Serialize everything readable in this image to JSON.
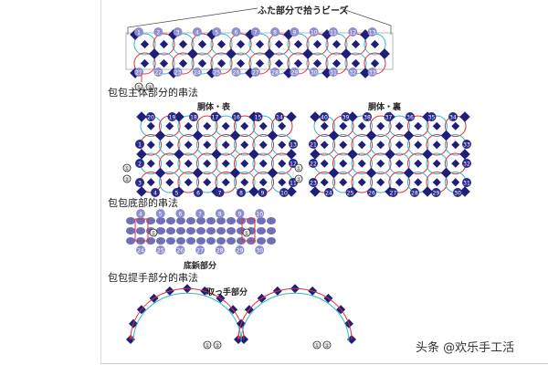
{
  "colors": {
    "bead_dark": "#1f1f7a",
    "bead_light": "#6f6fb8",
    "thread_red": "#e0303a",
    "thread_cyan": "#30b8c8",
    "badge": "#2a2a8a"
  },
  "lid": {
    "caption": "ふた部分で拾うビーズ",
    "top_numbers": [
      "1",
      "2",
      "3",
      "4",
      "5",
      "6",
      "7",
      "8",
      "9",
      "10",
      "11",
      "12",
      "13"
    ],
    "bottom_numbers": [
      "21",
      "22",
      "23",
      "24",
      "25",
      "26",
      "27",
      "28",
      "29",
      "30",
      "31",
      "32",
      "33"
    ],
    "end_marks": [
      "①",
      "②"
    ]
  },
  "body": {
    "title": "包包主体部分的串法",
    "front": {
      "label": "胴体・表",
      "top": [
        "20",
        "19",
        "18",
        "17",
        "16",
        "15",
        "14"
      ],
      "left": [
        "1",
        "2",
        "3"
      ],
      "bottom": [
        "4",
        "5",
        "6",
        "7",
        "8",
        "9",
        "10"
      ],
      "right": [
        "13",
        "12",
        "11"
      ]
    },
    "back": {
      "label": "胴体・裏",
      "top": [
        "40",
        "39",
        "38",
        "37",
        "36",
        "35",
        "34"
      ],
      "left": [
        "21",
        "22",
        "23"
      ],
      "bottom": [
        "24",
        "25",
        "26",
        "27",
        "28",
        "29",
        "30"
      ],
      "right": [
        "33",
        "32",
        "31"
      ]
    },
    "end_marks": [
      "①",
      "②"
    ]
  },
  "bottom": {
    "title": "包包底部的串法",
    "label": "底鋲部分",
    "top": [
      "4",
      "5",
      "6",
      "7",
      "8",
      "9",
      "10"
    ],
    "bottom": [
      "24",
      "25",
      "26",
      "27",
      "28",
      "29",
      "30"
    ]
  },
  "handle": {
    "title": "包包提手部分的串法",
    "label": "取っ手部分",
    "end_marks": [
      "①",
      "②"
    ]
  },
  "watermark": "头条 @欢乐手工活"
}
